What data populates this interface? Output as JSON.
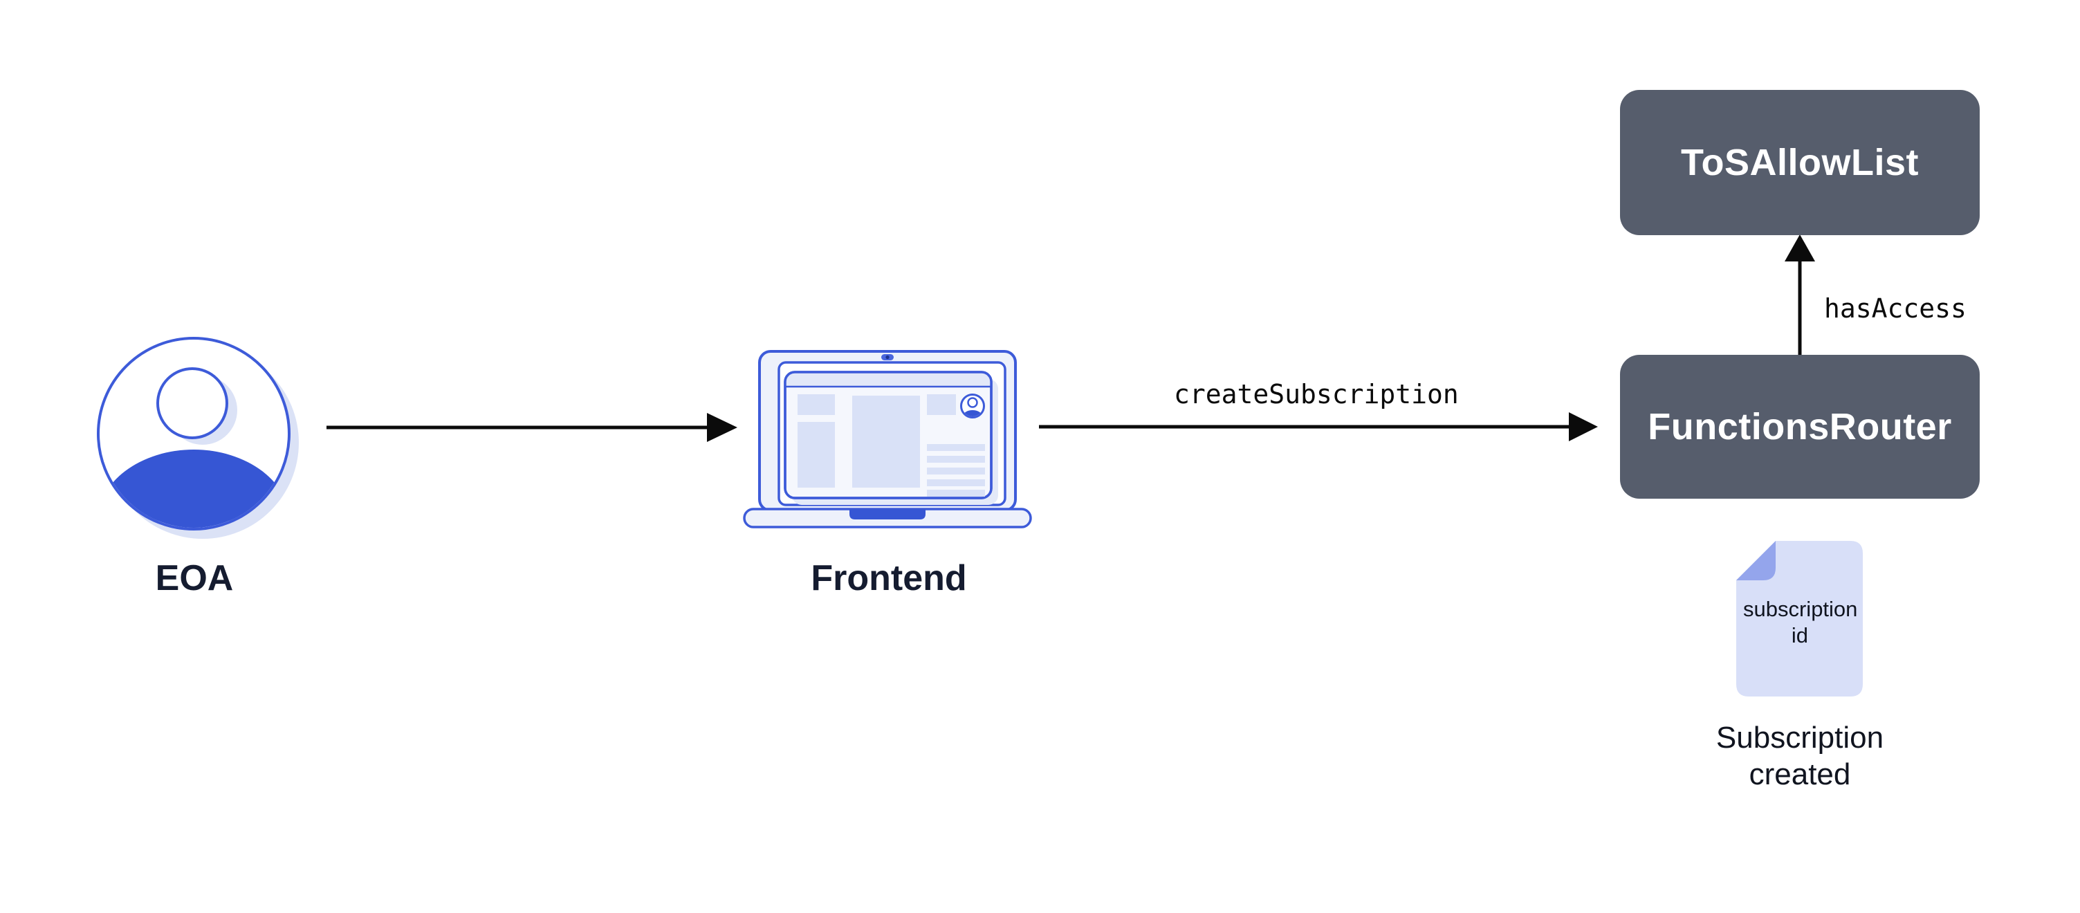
{
  "diagram": {
    "nodes": {
      "eoa": {
        "label": "EOA",
        "type": "actor-avatar"
      },
      "frontend": {
        "label": "Frontend",
        "type": "laptop"
      },
      "tos_allow_list": {
        "label": "ToSAllowList",
        "type": "contract-box"
      },
      "functions_router": {
        "label": "FunctionsRouter",
        "type": "contract-box"
      },
      "subscription_document": {
        "doc_text": "subscription id",
        "caption": "Subscription created",
        "type": "document"
      }
    },
    "edges": [
      {
        "from": "eoa",
        "to": "frontend",
        "label": "",
        "direction": "right"
      },
      {
        "from": "frontend",
        "to": "functions_router",
        "label": "createSubscription",
        "direction": "right"
      },
      {
        "from": "functions_router",
        "to": "tos_allow_list",
        "label": "hasAccess",
        "direction": "up"
      }
    ],
    "colors": {
      "background": "#ffffff",
      "contract_box": "#565d6c",
      "contract_box_text": "#ffffff",
      "caption_text": "#151c30",
      "arrow": "#0b0b0b",
      "icon_stroke_blue": "#3d5bd9",
      "icon_solid_blue": "#3656d4",
      "icon_fill_light": "#edf1fb",
      "icon_block_lavender": "#d9e1f7",
      "icon_shadow": "#dbe2f6",
      "document_body": "#d8dff8",
      "document_fold": "#94a5ec"
    }
  }
}
